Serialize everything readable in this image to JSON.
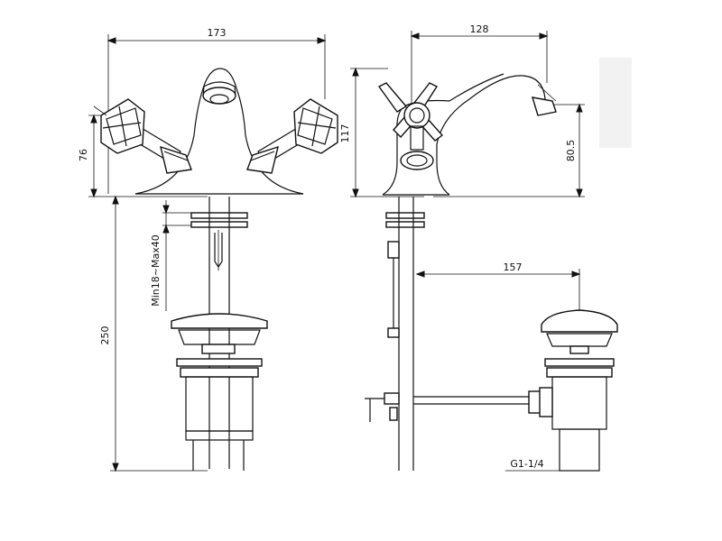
{
  "dimensions": {
    "width_front": "173",
    "handle_height": "76",
    "total_height": "250",
    "deck_thickness": "Min18~Max40",
    "spout_reach": "128",
    "body_height": "117",
    "spout_height": "80.5",
    "waste_reach": "157",
    "thread": "G1-1/4"
  },
  "colors": {
    "line": "#111111",
    "swatch": "#f2f2f2"
  }
}
